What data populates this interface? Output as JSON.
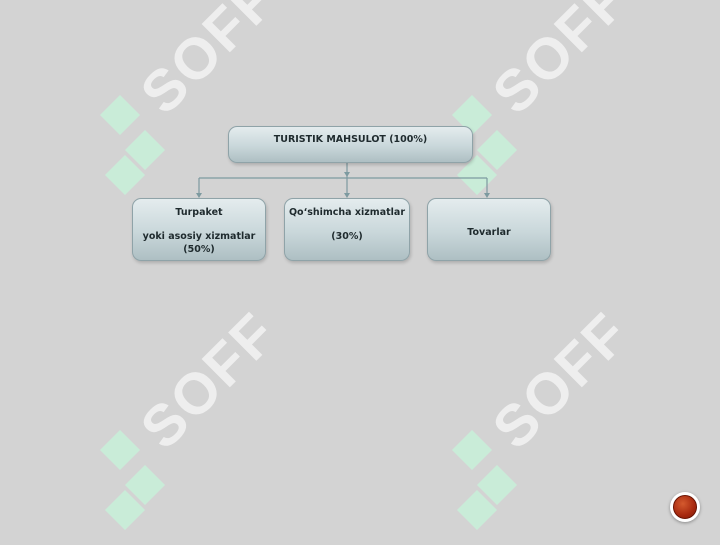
{
  "watermark": {
    "text": "SOFF",
    "icon": "soff-logo-icon",
    "color": "#c8efd9"
  },
  "diagram": {
    "top": {
      "label": "TURISTIK MAHSULOT (100%)"
    },
    "children": [
      {
        "line1": "Turpaket",
        "line2": "yoki asosiy xizmatlar",
        "line3": "(50%)"
      },
      {
        "line1": "Qo‘shimcha xizmatlar",
        "line2": "(30%)"
      },
      {
        "line1": "Tovarlar"
      }
    ],
    "colors": {
      "box_top": "#e4ecee",
      "box_bottom": "#aebfc3",
      "connector": "#7d9aa0"
    }
  },
  "nav": {
    "icon": "next-slide-icon",
    "color": "#a7290f"
  }
}
